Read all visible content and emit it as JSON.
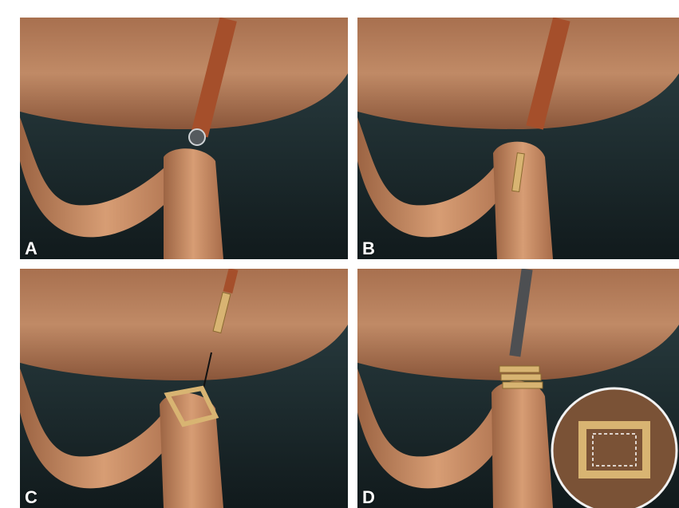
{
  "figure": {
    "panels": [
      {
        "label": "A",
        "depiction": "endoscope-grasping-bowel"
      },
      {
        "label": "B",
        "depiction": "anchor-inserted-through-bowel"
      },
      {
        "label": "C",
        "depiction": "anchors-forming-square"
      },
      {
        "label": "D",
        "depiction": "anchors-cinched-with-inset"
      }
    ]
  },
  "colors": {
    "background": "#1c2a2e",
    "stomach": "#b9805c",
    "bowel": "#c88a63",
    "catheter": "#a14f2c",
    "anchor": "#d4b06a"
  }
}
